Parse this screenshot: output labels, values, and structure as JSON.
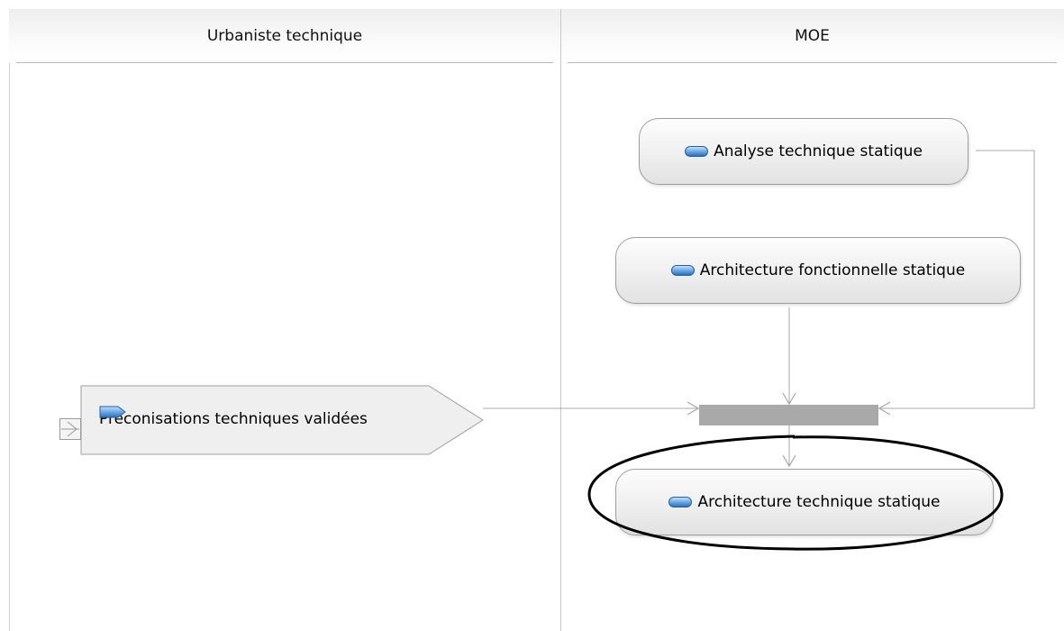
{
  "swimlanes": [
    {
      "label": "Urbaniste technique"
    },
    {
      "label": "MOE"
    }
  ],
  "nodes": {
    "analyse": {
      "label": "Analyse technique statique",
      "icon": "activity-icon"
    },
    "archi_fonc": {
      "label": "Architecture fonctionnelle statique",
      "icon": "activity-icon"
    },
    "archi_tech": {
      "label": "Architecture technique statique",
      "icon": "activity-icon",
      "highlighted": true
    },
    "signal": {
      "label": "Préconisations techniques validées",
      "icon": "send-signal-icon"
    },
    "join": {
      "type": "fork-join-bar"
    }
  },
  "edges": [
    {
      "from": "analyse",
      "to": "join"
    },
    {
      "from": "archi_fonc",
      "to": "join"
    },
    {
      "from": "signal",
      "to": "join"
    },
    {
      "from": "join",
      "to": "archi_tech"
    }
  ],
  "colors": {
    "icon_blue": "#3d7cc4",
    "join_bar": "#a9a9a9",
    "connector": "#a8a8a8"
  }
}
